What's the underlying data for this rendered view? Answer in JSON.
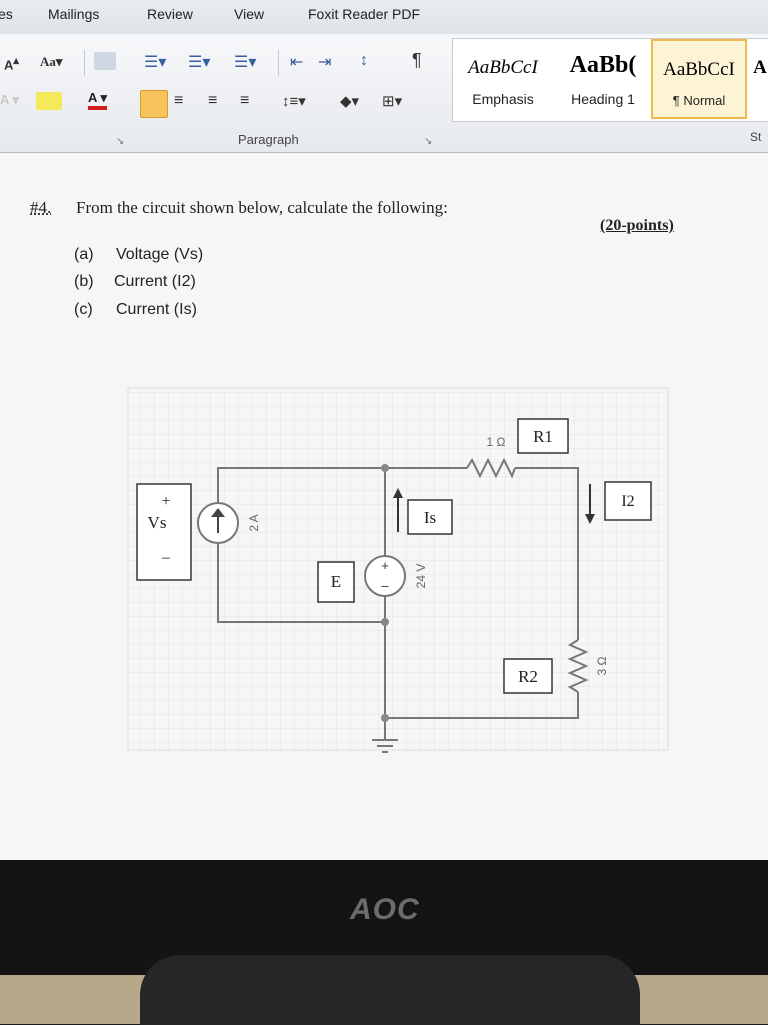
{
  "ribbon": {
    "tabs": [
      "es",
      "Mailings",
      "Review",
      "View",
      "Foxit Reader PDF"
    ],
    "font_size_label": "Aa",
    "paragraph_label": "Paragraph",
    "styles": [
      {
        "preview": "AaBbCcI",
        "name": "Emphasis"
      },
      {
        "preview": "AaBb(",
        "name": "Heading 1"
      },
      {
        "preview": "AaBbCcI",
        "name": "¶ Normal"
      }
    ],
    "styles_more": "A",
    "styles_label": "St"
  },
  "question": {
    "number": "#4.",
    "text": "From the circuit shown below, calculate the following:",
    "points": "(20-points)",
    "items": [
      {
        "label": "(a)",
        "text": "Voltage (Vs)"
      },
      {
        "label": "(b)",
        "text": "Current (I2)"
      },
      {
        "label": "(c)",
        "text": "Current (Is)"
      }
    ]
  },
  "circuit": {
    "vs_label": "Vs",
    "vs_plus": "+",
    "vs_minus": "–",
    "current_source": "2 A",
    "voltage_source": "24 V",
    "e_label": "E",
    "is_label": "Is",
    "r1_value": "1 Ω",
    "r1_label": "R1",
    "i2_label": "I2",
    "r2_value": "3 Ω",
    "r2_label": "R2",
    "src_plus": "+",
    "src_minus": "–"
  },
  "monitor": {
    "brand": "AOC"
  }
}
